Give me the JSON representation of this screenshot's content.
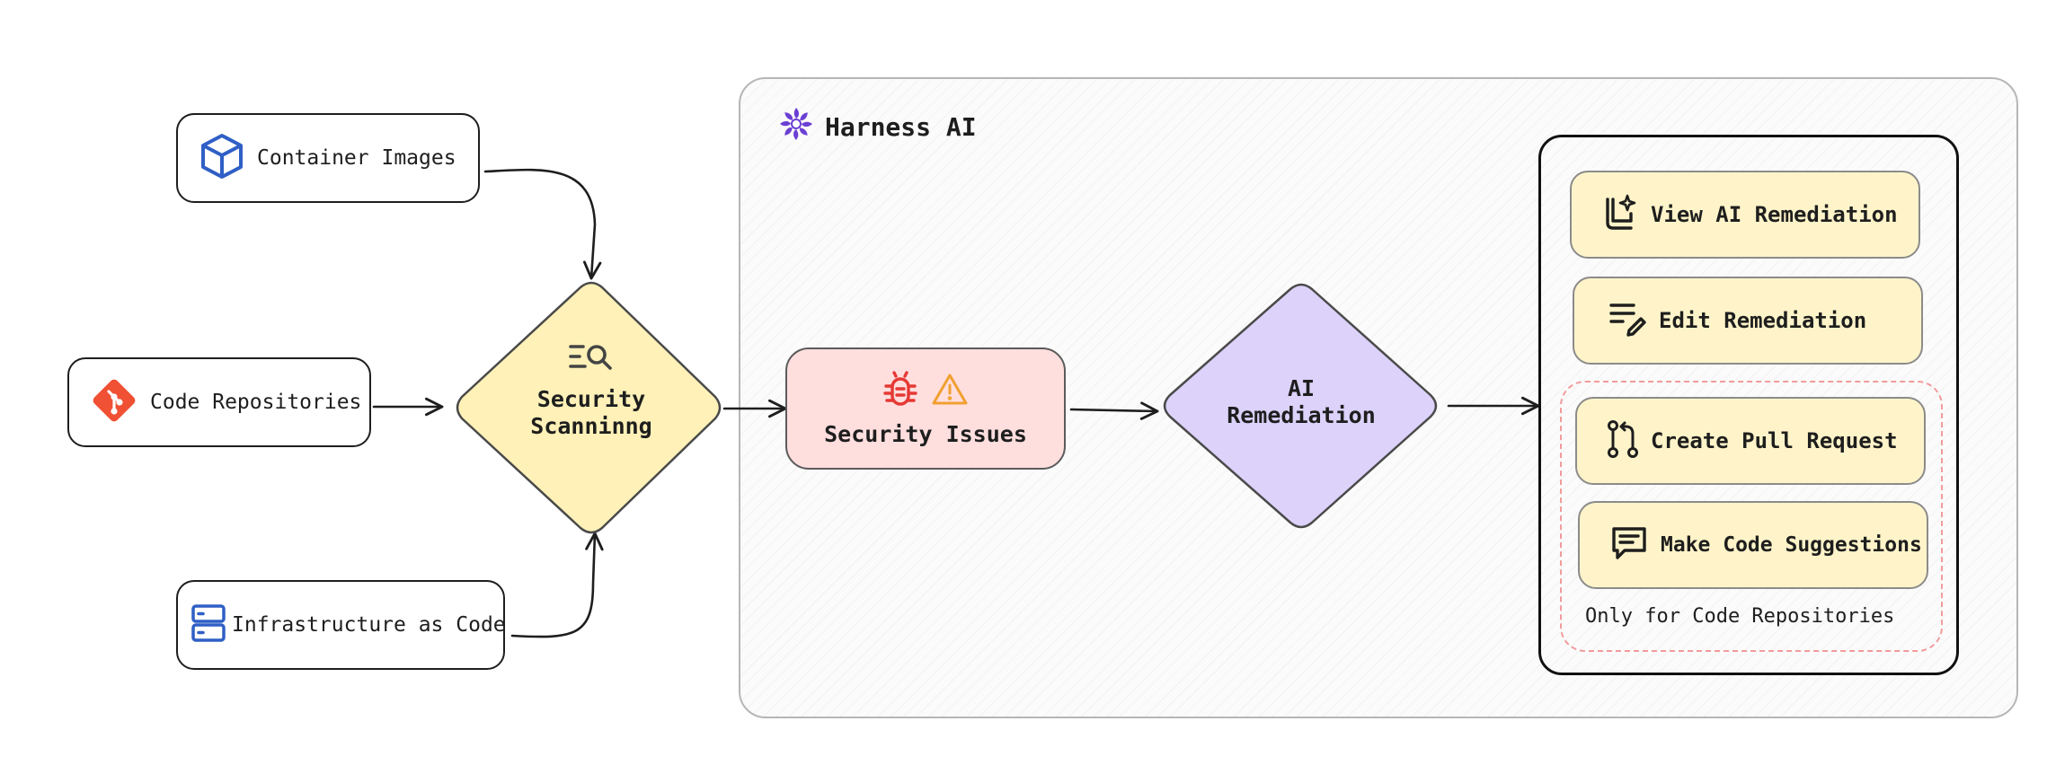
{
  "inputs": [
    {
      "label": "Container Images",
      "icon": "cube-icon"
    },
    {
      "label": "Code Repositories",
      "icon": "git-icon"
    },
    {
      "label": "Infrastructure as Code",
      "icon": "server-icon"
    }
  ],
  "scanning": {
    "line1": "Security",
    "line2": "Scanninng",
    "icon": "scan-search-icon"
  },
  "panel": {
    "title": "Harness AI",
    "icon": "harness-logo-icon"
  },
  "issues": {
    "label": "Security Issues",
    "icons": [
      "bug-icon",
      "warning-icon"
    ]
  },
  "remediation": {
    "line1": "AI",
    "line2": "Remediation"
  },
  "actions": [
    {
      "label": "View AI Remediation",
      "icon": "ai-document-icon"
    },
    {
      "label": "Edit Remediation",
      "icon": "edit-lines-icon"
    },
    {
      "label": "Create Pull Request",
      "icon": "pull-request-icon"
    },
    {
      "label": "Make Code Suggestions",
      "icon": "comment-icon"
    }
  ],
  "code_only_note": "Only for Code Repositories",
  "colors": {
    "scanning_fill": "#fff1b8",
    "issues_fill": "#ffdede",
    "remediation_fill": "#dcd2fa",
    "action_fill": "#fff4c9",
    "dashed_border": "#f29b9b",
    "icon_blue": "#2f5fc6",
    "git_orange": "#f05033",
    "bug_red": "#e53935",
    "warning_orange": "#f0a030",
    "harness_purple": "#6b3fd4"
  }
}
